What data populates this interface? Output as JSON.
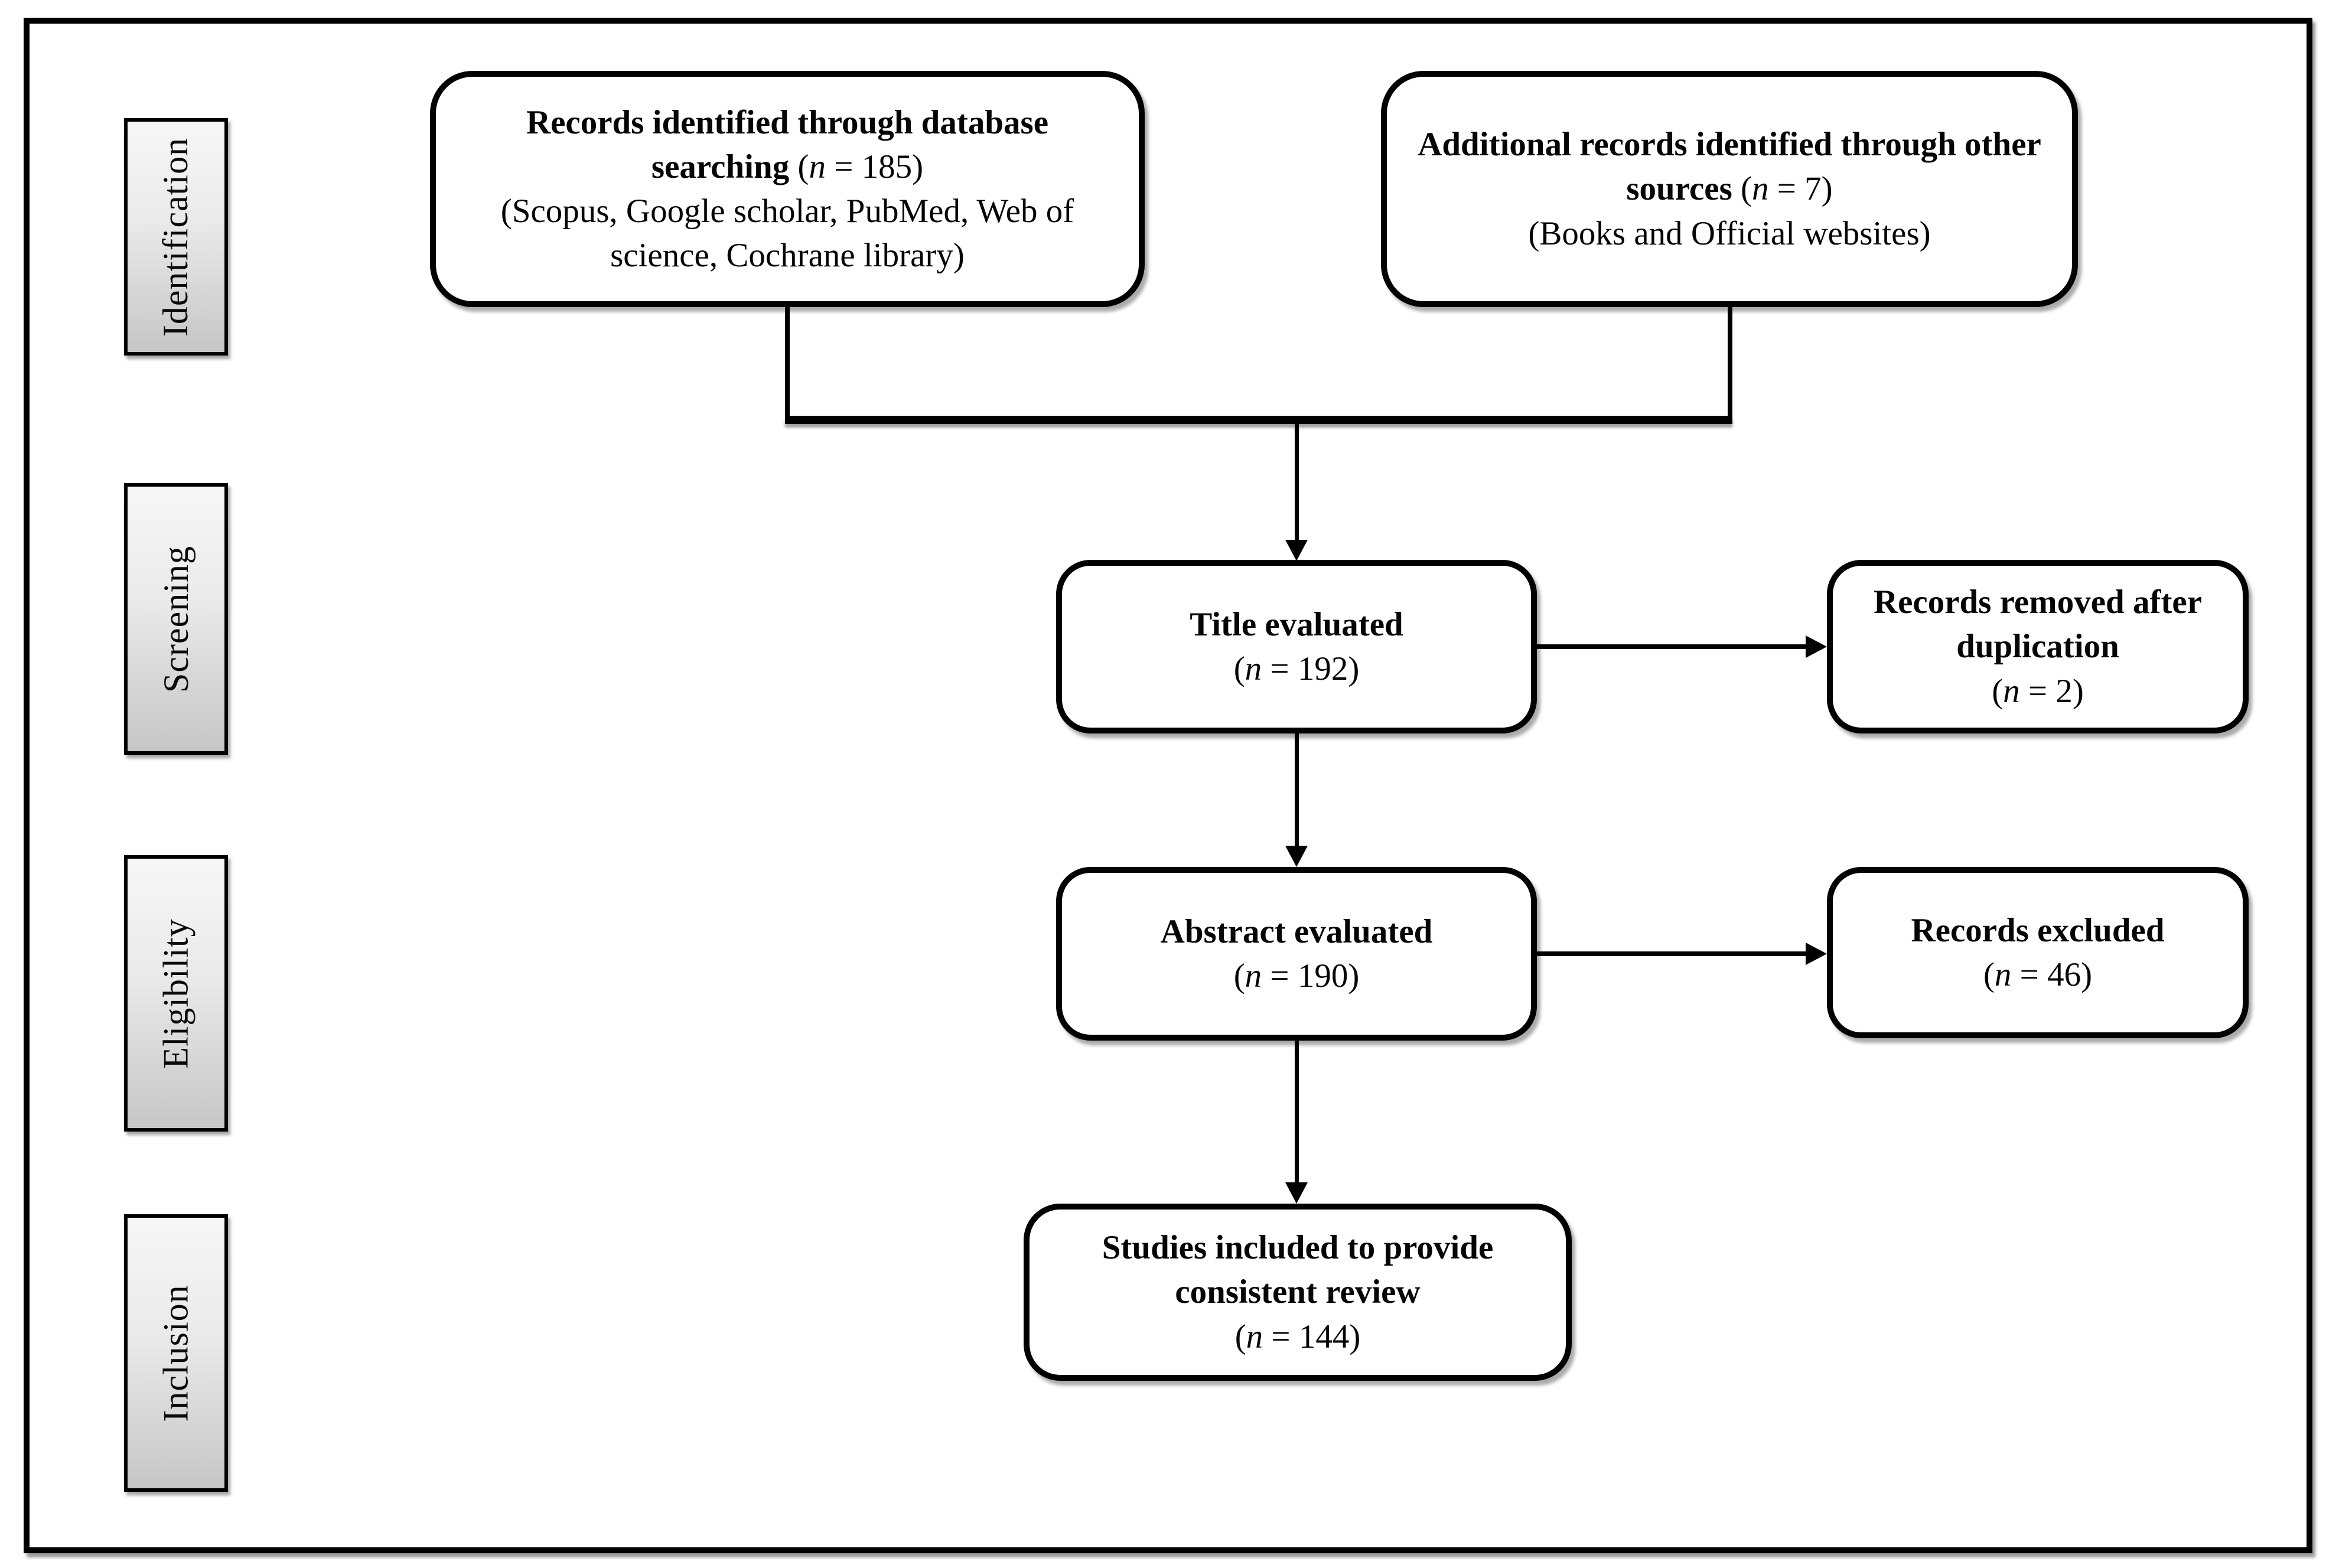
{
  "stages": [
    {
      "label": "Identification"
    },
    {
      "label": "Screening"
    },
    {
      "label": "Eligibility"
    },
    {
      "label": "Inclusion"
    }
  ],
  "nodes": {
    "db_search": {
      "bold": "Records identified through database searching ",
      "count_open": "(",
      "count_var": "n",
      "count_rest": " = 185)",
      "sub": "(Scopus, Google scholar, PubMed, Web of science, Cochrane library)"
    },
    "other_sources": {
      "bold": "Additional records identified through other sources ",
      "count_open": "(",
      "count_var": "n",
      "count_rest": " = 7)",
      "sub": "(Books and Official websites)"
    },
    "title_eval": {
      "bold": "Title evaluated",
      "count_open": "(",
      "count_var": "n",
      "count_rest": " = 192)"
    },
    "dup_removed": {
      "bold": "Records removed after duplication",
      "count_open": "(",
      "count_var": "n",
      "count_rest": " = 2)"
    },
    "abstract_eval": {
      "bold": "Abstract evaluated",
      "count_open": "(",
      "count_var": "n",
      "count_rest": " = 190)"
    },
    "excluded": {
      "bold": "Records excluded",
      "count_open": "(",
      "count_var": "n",
      "count_rest": " = 46)"
    },
    "included": {
      "bold": "Studies included to provide consistent review",
      "count_open": "(",
      "count_var": "n",
      "count_rest": " = 144)"
    }
  },
  "colors": {
    "ink": "#000000",
    "box_fill": "#ffffff",
    "stage_gradient_top": "#f7f7f7",
    "stage_gradient_bottom": "#c6c6c6",
    "page_background": "#ffffff"
  }
}
